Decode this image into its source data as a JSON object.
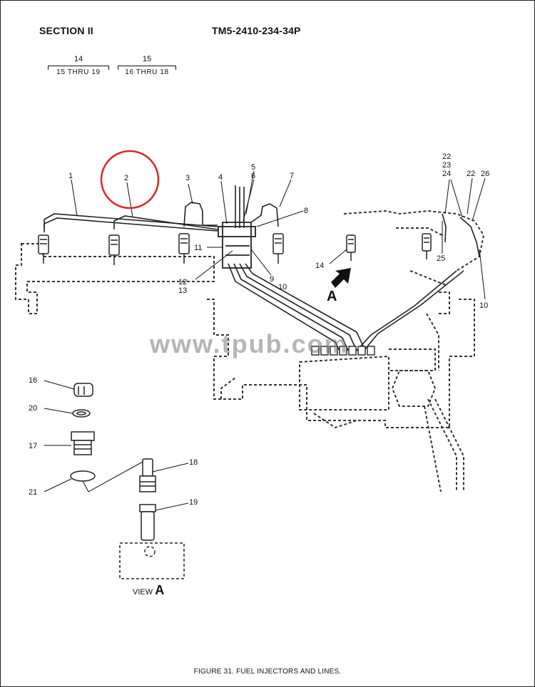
{
  "header": {
    "section": "SECTION II",
    "manual": "TM5-2410-234-34P"
  },
  "refs": [
    {
      "num": "14",
      "range": "15 THRU 19"
    },
    {
      "num": "15",
      "range": "16 THRU 18"
    }
  ],
  "callouts": {
    "c1": "1",
    "c2": "2",
    "c3": "3",
    "c4": "4",
    "c5": "5",
    "c6": "6",
    "c7": "7",
    "c8": "8",
    "c9": "9",
    "c10a": "10",
    "c10b": "10",
    "c11": "11",
    "c12": "12",
    "c13": "13",
    "c14a": "14",
    "c16": "16",
    "c17": "17",
    "c18": "18",
    "c19": "19",
    "c20": "20",
    "c21": "21",
    "c22a": "22",
    "c22b": "22",
    "c23": "23",
    "c24": "24",
    "c25": "25",
    "c26": "26",
    "arrowA": "A"
  },
  "view": {
    "prefix": "VIEW",
    "letter": "A"
  },
  "watermark": "www.tpub.com",
  "caption": "FIGURE 31. FUEL INJECTORS AND LINES.",
  "colors": {
    "ink": "#111111",
    "highlight": "#d62828",
    "watermark": "#808080"
  }
}
